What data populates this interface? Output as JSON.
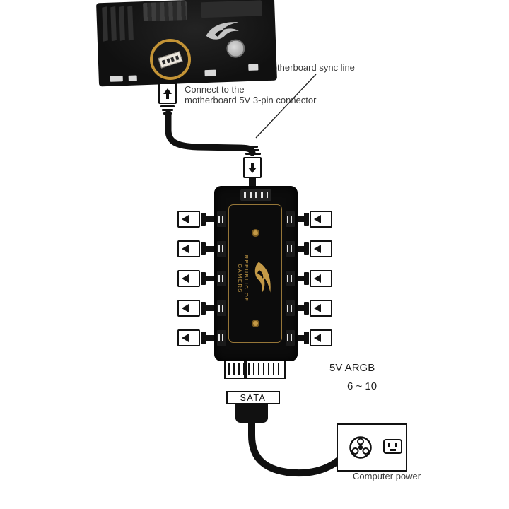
{
  "colors": {
    "accent_gold": "#C49A47",
    "cable_black": "#101010",
    "text_gray": "#3A3A3A"
  },
  "annotations": {
    "sync_line_label": "Motherboard sync line",
    "connect_note": "Connect to the\nmotherboard 5V 3-pin connector",
    "argb_label": "5V ARGB",
    "argb_count": "6 ~ 10",
    "computer_power_label": "Computer power"
  },
  "hub": {
    "brand_text": "REPUBLIC OF\nGAMERS",
    "sata_label": "SATA",
    "left_port_count": 5,
    "right_port_count": 5
  },
  "icons": {
    "top_plug_arrow": "up-arrow",
    "hub_plug_arrow": "down-arrow",
    "side_connector_arrow": "left-arrow",
    "power_supply_icons": [
      "fan-icon",
      "ac-inlet-icon"
    ],
    "highlight": "gold-circle-on-motherboard-header"
  }
}
